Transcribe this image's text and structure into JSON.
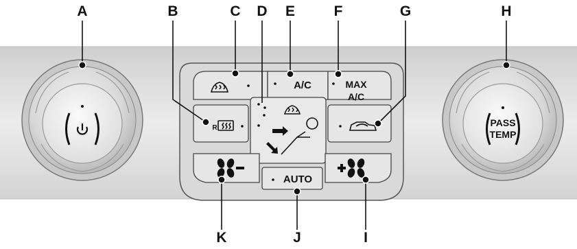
{
  "callouts": {
    "A": "A",
    "B": "B",
    "C": "C",
    "D": "D",
    "E": "E",
    "F": "F",
    "G": "G",
    "H": "H",
    "I": "I",
    "J": "J",
    "K": "K"
  },
  "buttons": {
    "ac": "A/C",
    "max_ac_line1": "MAX",
    "max_ac_line2": "A/C",
    "auto": "AUTO",
    "pass_temp_line1": "PASS",
    "pass_temp_line2": "TEMP",
    "rear_defrost_prefix": "R"
  },
  "icons": {
    "A": "power-icon",
    "B": "rear-defrost-icon",
    "C": "front-defrost-icon",
    "D": "airflow-distribution-icon",
    "G": "recirculation-car-icon",
    "I": "fan-speed-up-icon",
    "K": "fan-speed-down-icon"
  },
  "colors": {
    "panel": "#e2e2e2",
    "button": "#dadada",
    "outline": "#333333",
    "text": "#111111"
  }
}
